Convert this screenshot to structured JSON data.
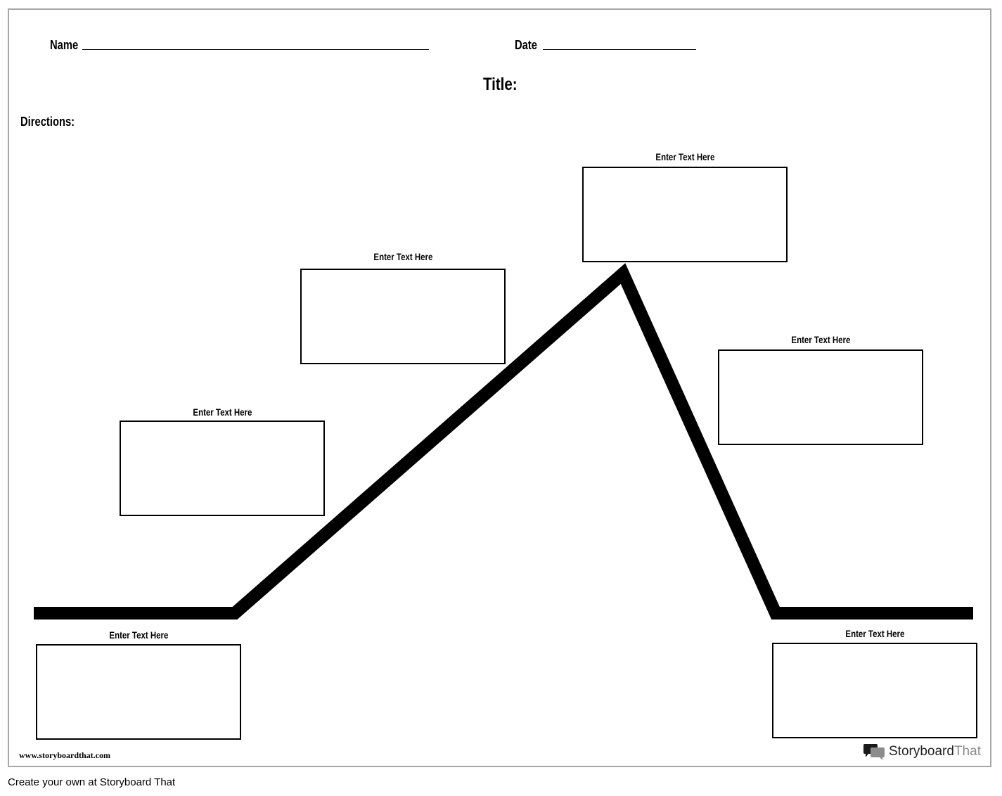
{
  "header": {
    "name_label": "Name",
    "date_label": "Date",
    "title_label": "Title:",
    "directions_label": "Directions:"
  },
  "boxes": [
    {
      "label": "Enter Text Here"
    },
    {
      "label": "Enter Text Here"
    },
    {
      "label": "Enter Text Here"
    },
    {
      "label": "Enter Text Here"
    },
    {
      "label": "Enter Text Here"
    },
    {
      "label": "Enter Text Here"
    }
  ],
  "footer": {
    "website": "www.storyboardthat.com",
    "logo_main": "Storyboard",
    "logo_light": "That",
    "credit": "Create your own at Storyboard That"
  },
  "colors": {
    "line": "#000000",
    "border": "#a6a6a6"
  },
  "icons": {
    "logo": "storyboardthat-speech-bubbles-icon"
  }
}
